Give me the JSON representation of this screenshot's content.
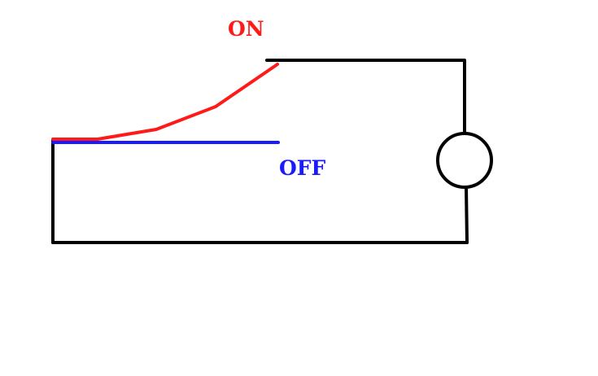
{
  "diagram": {
    "labels": {
      "on": "ON",
      "off": "OFF"
    },
    "colors": {
      "background": "#ffffff",
      "wire": "#000000",
      "on_state": "#ff1a1a",
      "off_state": "#1a1aff"
    },
    "elements": {
      "switch_on_position": "red-arm",
      "switch_off_position": "blue-arm",
      "load": "circle-load"
    }
  }
}
